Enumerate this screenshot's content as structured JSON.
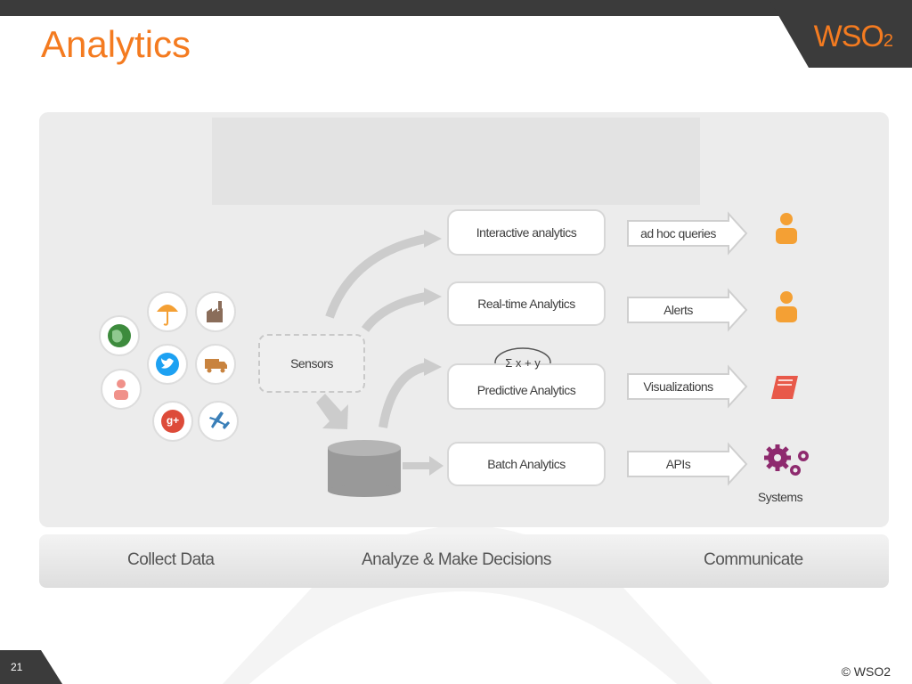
{
  "slide": {
    "title": "Analytics",
    "page_number": "21",
    "copyright": "© WSO2"
  },
  "logo": {
    "text": "WSO",
    "subscript": "2"
  },
  "sources": {
    "icons": [
      "globe-icon",
      "umbrella-icon",
      "factory-icon",
      "twitter-icon",
      "truck-icon",
      "person-icon",
      "google-plus-icon",
      "airplane-icon"
    ],
    "google_plus_text": "g+"
  },
  "diagram": {
    "sensors": "Sensors",
    "formula": "Σ x + y",
    "boxes": [
      "Interactive analytics",
      "Real-time Analytics",
      "Predictive Analytics",
      "Batch Analytics"
    ],
    "outputs": [
      "ad hoc queries",
      "Alerts",
      "Visualizations",
      "APIs"
    ],
    "systems_label": "Systems"
  },
  "stages": [
    "Collect Data",
    "Analyze & Make Decisions",
    "Communicate"
  ],
  "colors": {
    "accent": "#f47b20",
    "dark": "#3b3b3b",
    "panel": "#ececec",
    "arrow_gray": "#cccccc",
    "gear": "#8e2a6e",
    "twitter": "#1da1f2",
    "google": "#dd4b39",
    "globe": "#3d8b3d"
  }
}
